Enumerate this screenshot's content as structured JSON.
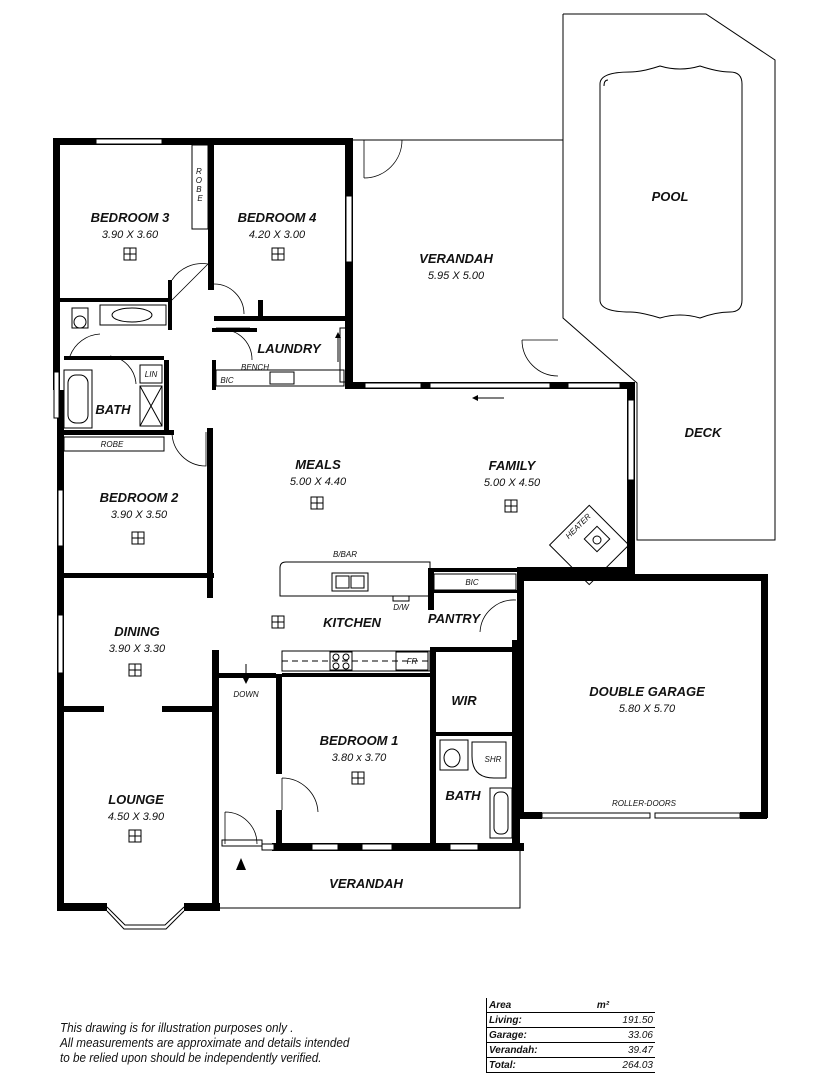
{
  "rooms": {
    "bedroom3": {
      "name": "BEDROOM 3",
      "dim": "3.90 X 3.60"
    },
    "bedroom4": {
      "name": "BEDROOM 4",
      "dim": "4.20 X 3.00"
    },
    "verandah_rear": {
      "name": "VERANDAH",
      "dim": "5.95 X 5.00"
    },
    "pool": {
      "name": "POOL"
    },
    "deck": {
      "name": "DECK"
    },
    "laundry": {
      "name": "LAUNDRY"
    },
    "bath_main": {
      "name": "BATH"
    },
    "meals": {
      "name": "MEALS",
      "dim": "5.00 X 4.40"
    },
    "family": {
      "name": "FAMILY",
      "dim": "5.00 X 4.50"
    },
    "bedroom2": {
      "name": "BEDROOM 2",
      "dim": "3.90 X 3.50"
    },
    "dining": {
      "name": "DINING",
      "dim": "3.90 X 3.30"
    },
    "kitchen": {
      "name": "KITCHEN"
    },
    "pantry": {
      "name": "PANTRY"
    },
    "double_garage": {
      "name": "DOUBLE GARAGE",
      "dim": "5.80 X 5.70"
    },
    "wir": {
      "name": "WIR"
    },
    "bedroom1": {
      "name": "BEDROOM 1",
      "dim": "3.80 x 3.70"
    },
    "bath_ensuite": {
      "name": "BATH"
    },
    "lounge": {
      "name": "LOUNGE",
      "dim": "4.50 X 3.90"
    },
    "verandah_front": {
      "name": "VERANDAH"
    }
  },
  "fixtures": {
    "robe_vertical": "ROBE",
    "lin": "LIN",
    "robe": "ROBE",
    "bench": "BENCH",
    "bic_laundry": "BIC",
    "bic_pantry": "BIC",
    "heater": "HEATER",
    "bbar": "B/BAR",
    "dw": "D/W",
    "fr": "FR",
    "shr": "SHR",
    "down": "DOWN",
    "roller_doors": "ROLLER-DOORS"
  },
  "disclaimer": [
    "This drawing is for illustration purposes only .",
    "All measurements are approximate and details intended",
    "to be relied upon should be independently verified."
  ],
  "area_table": {
    "header_label": "Area",
    "header_unit": "m²",
    "rows": [
      {
        "label": "Living:",
        "value": "191.50"
      },
      {
        "label": "Garage:",
        "value": "33.06"
      },
      {
        "label": "Verandah:",
        "value": "39.47"
      },
      {
        "label": "Total:",
        "value": "264.03"
      }
    ]
  }
}
